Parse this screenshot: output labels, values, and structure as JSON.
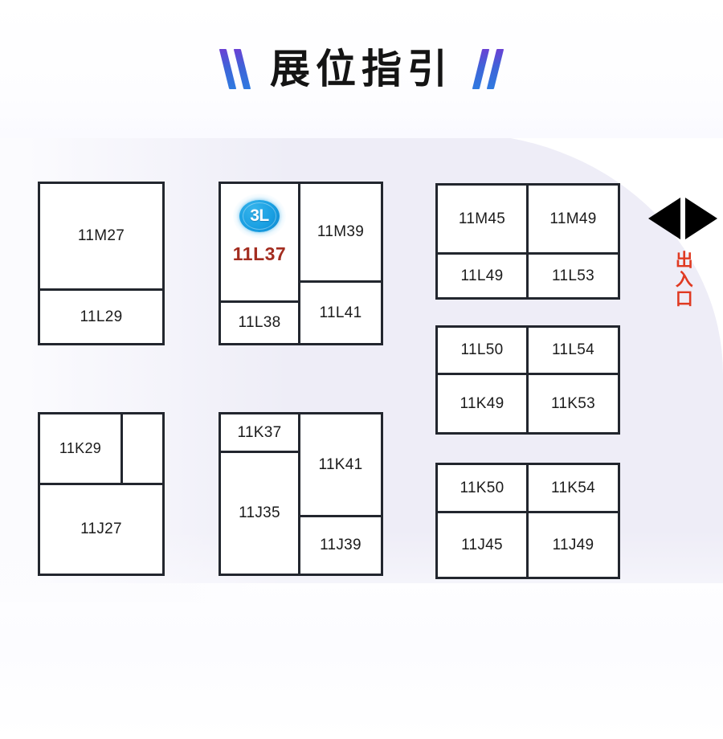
{
  "header": {
    "title": "展位指引",
    "decor_left_icon": "double-backslash-decor",
    "decor_right_icon": "double-slash-decor"
  },
  "exit": {
    "label": "出入口",
    "arrow_icon": "double-arrow-left-right-icon"
  },
  "featured_booth": {
    "code": "11L37",
    "logo_text": "3L",
    "logo_color": "#199fe2",
    "label_color": "#a32d20"
  },
  "colors": {
    "booth_border": "#22262e",
    "booth_fill": "#ffffff",
    "background_panel": "#e7e6f4",
    "page_background": "#ffffff",
    "exit_text": "#e03a22",
    "title_text": "#141414",
    "decor_slash": "#3f63d8"
  },
  "blocks": [
    {
      "id": "block-top-left",
      "cells": [
        {
          "code": "11M27"
        },
        {
          "code": "11L29"
        }
      ]
    },
    {
      "id": "block-top-center",
      "cells": [
        {
          "code": "11L37",
          "featured": true
        },
        {
          "code": "11M39"
        },
        {
          "code": "11L38"
        },
        {
          "code": "11L41"
        }
      ]
    },
    {
      "id": "block-top-right",
      "cells": [
        {
          "code": "11M45"
        },
        {
          "code": "11M49"
        },
        {
          "code": "11L49"
        },
        {
          "code": "11L53"
        }
      ]
    },
    {
      "id": "block-middle-right",
      "cells": [
        {
          "code": "11L50"
        },
        {
          "code": "11L54"
        },
        {
          "code": "11K49"
        },
        {
          "code": "11K53"
        }
      ]
    },
    {
      "id": "block-bottom-left",
      "cells": [
        {
          "code": "11K29"
        },
        {
          "code": ""
        },
        {
          "code": "11J27"
        }
      ]
    },
    {
      "id": "block-bottom-center",
      "cells": [
        {
          "code": "11K37"
        },
        {
          "code": "11J35"
        },
        {
          "code": "11K41"
        },
        {
          "code": "11J39"
        }
      ]
    },
    {
      "id": "block-bottom-right",
      "cells": [
        {
          "code": "11K50"
        },
        {
          "code": "11K54"
        },
        {
          "code": "11J45"
        },
        {
          "code": "11J49"
        }
      ]
    }
  ]
}
